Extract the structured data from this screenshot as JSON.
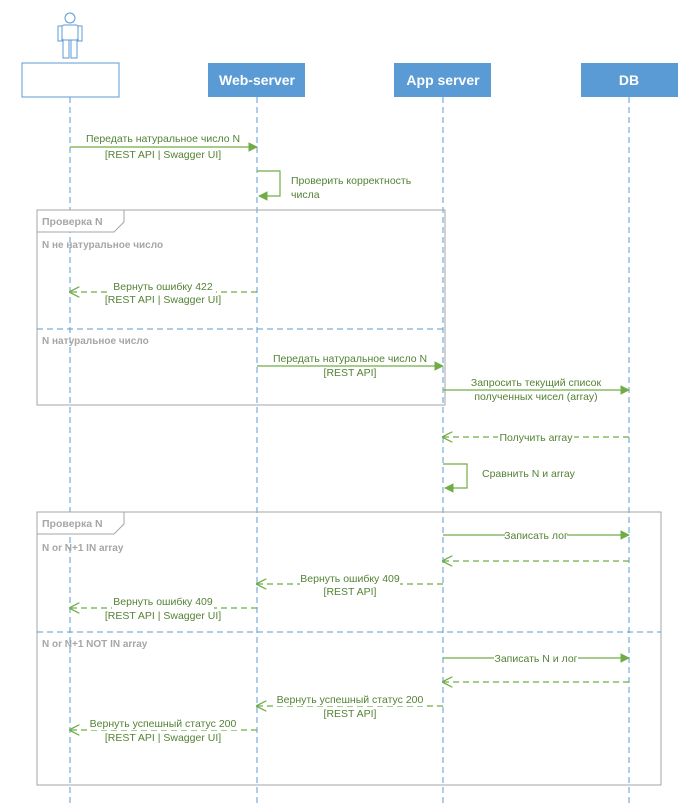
{
  "participants": [
    {
      "id": "user",
      "label": ""
    },
    {
      "id": "web",
      "label": "Web-server"
    },
    {
      "id": "app",
      "label": "App server"
    },
    {
      "id": "db",
      "label": "DB"
    }
  ],
  "messages": [
    {
      "id": "m1",
      "lines": [
        "Передать натуральное число N",
        "[REST API | Swagger UI]"
      ]
    },
    {
      "id": "m2",
      "lines": [
        "Проверить корректность",
        "числа"
      ]
    },
    {
      "id": "m3",
      "lines": [
        "Вернуть ошибку 422",
        "[REST API | Swagger UI]"
      ]
    },
    {
      "id": "m4",
      "lines": [
        "Передать натуральное число N",
        "[REST API]"
      ]
    },
    {
      "id": "m5",
      "lines": [
        "Запросить текущий список",
        "полученных чисел (array)"
      ]
    },
    {
      "id": "m6",
      "lines": [
        "Получить array"
      ]
    },
    {
      "id": "m7",
      "lines": [
        "Сравнить N и array"
      ]
    },
    {
      "id": "m8",
      "lines": [
        "Записать лог"
      ]
    },
    {
      "id": "m9",
      "lines": [
        ""
      ]
    },
    {
      "id": "m10",
      "lines": [
        "Вернуть ошибку 409",
        "[REST API]"
      ]
    },
    {
      "id": "m11",
      "lines": [
        "Вернуть ошибку 409",
        "[REST API | Swagger UI]"
      ]
    },
    {
      "id": "m12",
      "lines": [
        "Записать N и лог"
      ]
    },
    {
      "id": "m13",
      "lines": [
        ""
      ]
    },
    {
      "id": "m14",
      "lines": [
        "Вернуть успешный статус 200",
        "[REST API]"
      ]
    },
    {
      "id": "m15",
      "lines": [
        "Вернуть успешный статус 200",
        "[REST API | Swagger UI]"
      ]
    }
  ],
  "frames": [
    {
      "id": "f1",
      "label": "Проверка N",
      "conditions": [
        "N не натуральное число",
        "N натуральное число"
      ]
    },
    {
      "id": "f2",
      "label": "Проверка N",
      "conditions": [
        "N or N+1 IN array",
        "N or N+1 NOT IN array"
      ]
    }
  ],
  "colors": {
    "lifeline": "#5b9bd5",
    "message": "#70ad47",
    "message_text": "#548235",
    "frame": "#a6a6a6"
  }
}
